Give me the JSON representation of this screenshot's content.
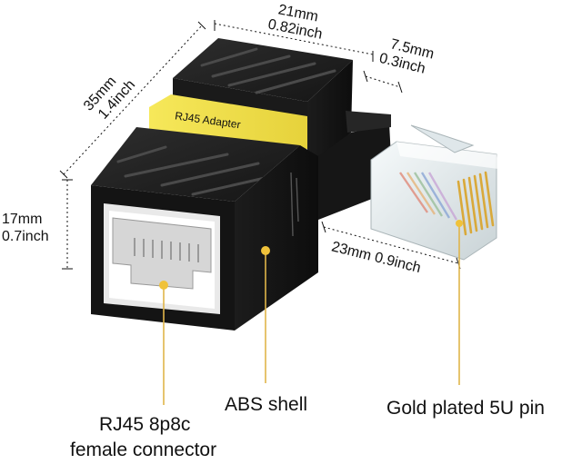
{
  "product": {
    "adapter_label": "RJ45 Adapter"
  },
  "dimensions": {
    "width": {
      "mm": "21mm",
      "inch": "0.82inch"
    },
    "depth": {
      "mm": "35mm",
      "inch": "1.4inch"
    },
    "height": {
      "mm": "17mm",
      "inch": "0.7inch"
    },
    "plug_width": {
      "mm": "7.5mm",
      "inch": "0.3inch"
    },
    "plug_length": {
      "text": "23mm 0.9inch"
    }
  },
  "callouts": {
    "connector": {
      "line1": "RJ45 8p8c",
      "line2": "female connector"
    },
    "shell": {
      "text": "ABS shell"
    },
    "pin": {
      "text": "Gold plated 5U pin"
    }
  },
  "colors": {
    "shell": "#1b1b1b",
    "label_band": "#f2e24a",
    "callout_line": "#e0b54a",
    "callout_dot": "#f0c23a",
    "gold_pin": "#d9a93a",
    "plug": "#e8eef0"
  }
}
